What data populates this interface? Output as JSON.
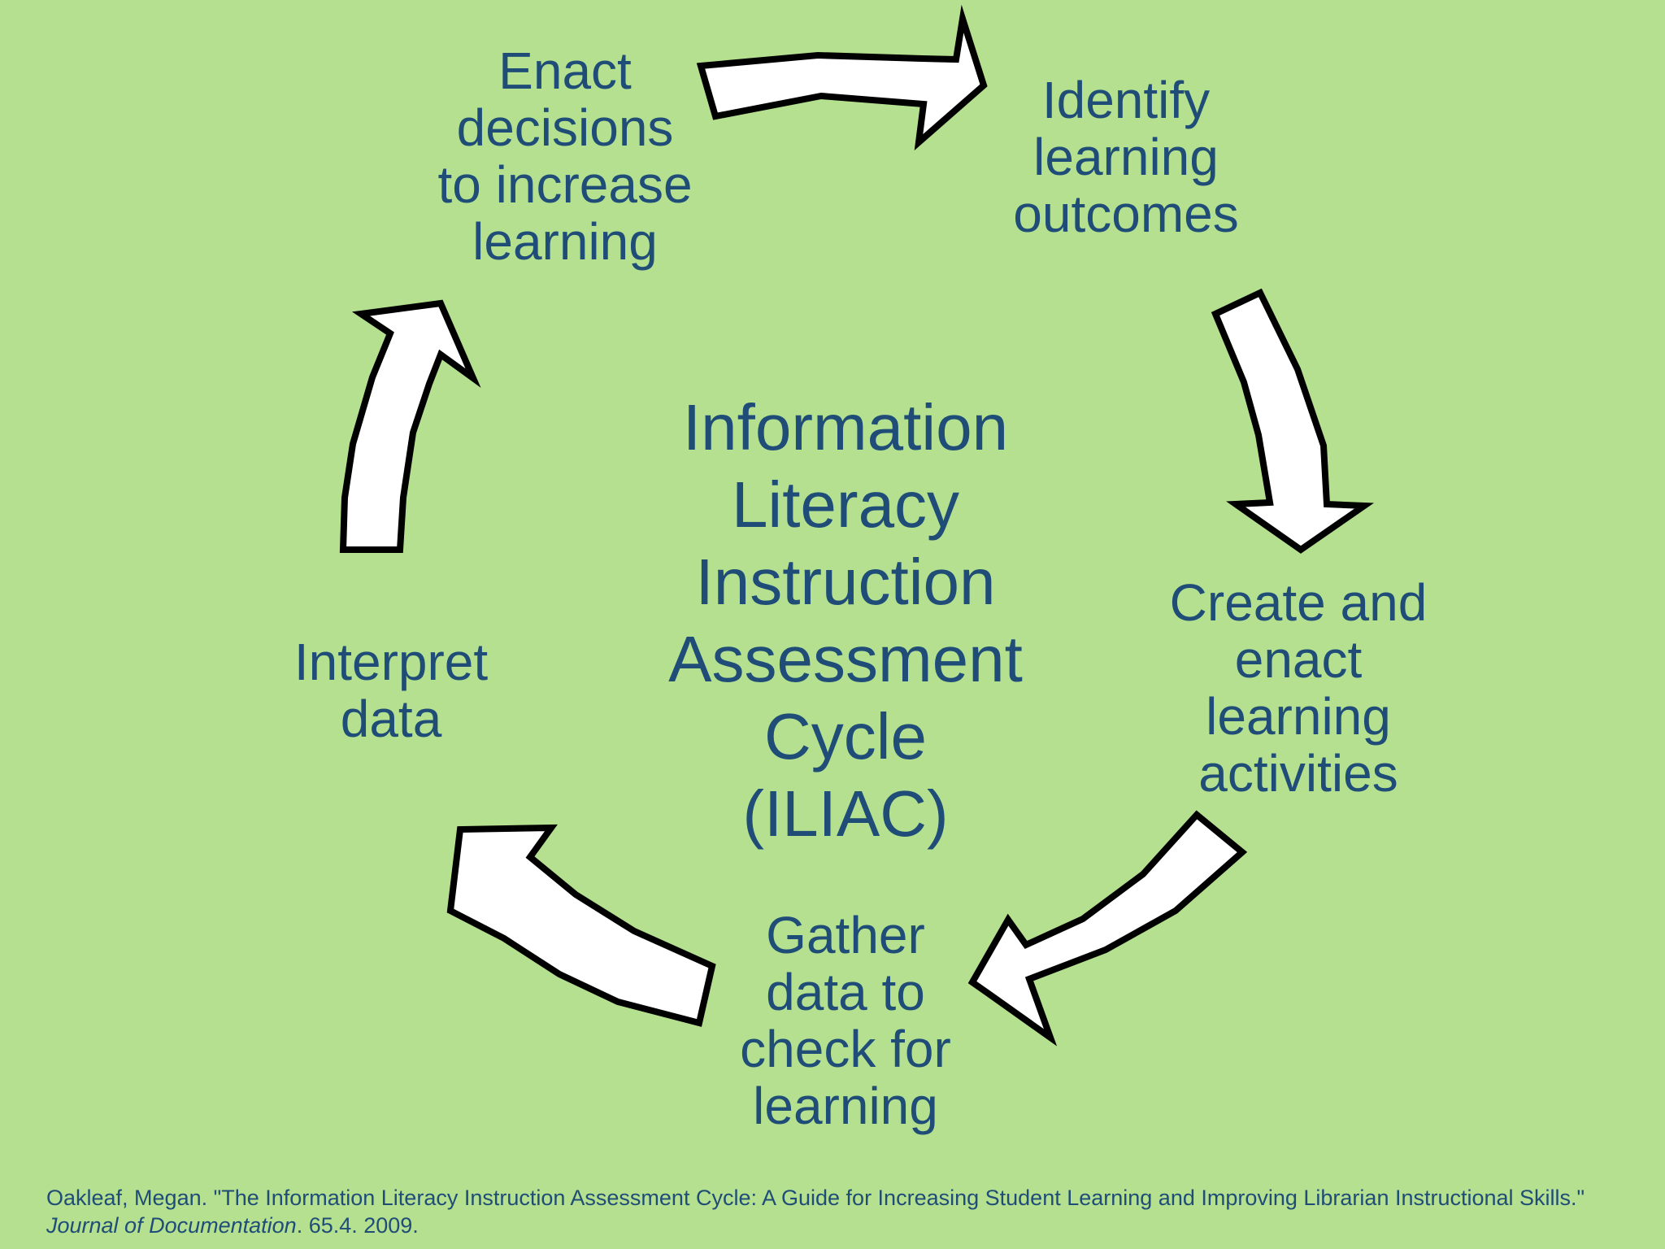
{
  "diagram": {
    "title_lines": [
      "Information",
      "Literacy",
      "Instruction",
      "Assessment",
      "Cycle",
      "(ILIAC)"
    ],
    "stages": [
      {
        "lines": [
          "Enact",
          "decisions",
          "to increase",
          "learning"
        ]
      },
      {
        "lines": [
          "Identify",
          "learning",
          "outcomes"
        ]
      },
      {
        "lines": [
          "Create and",
          "enact",
          "learning",
          "activities"
        ]
      },
      {
        "lines": [
          "Gather",
          "data to",
          "check for",
          "learning"
        ]
      },
      {
        "lines": [
          "Interpret",
          "data"
        ]
      }
    ]
  },
  "citation": {
    "text_before": "Oakleaf, Megan. \"The Information Literacy Instruction Assessment Cycle: A Guide for Increasing Student Learning and Improving Librarian Instructional Skills.\"  ",
    "journal": "Journal of Documentation",
    "text_after": ". 65.4. 2009."
  },
  "colors": {
    "background": "#b5e08f",
    "text": "#1f4d78",
    "arrow_fill": "#ffffff",
    "arrow_stroke": "#000000"
  }
}
